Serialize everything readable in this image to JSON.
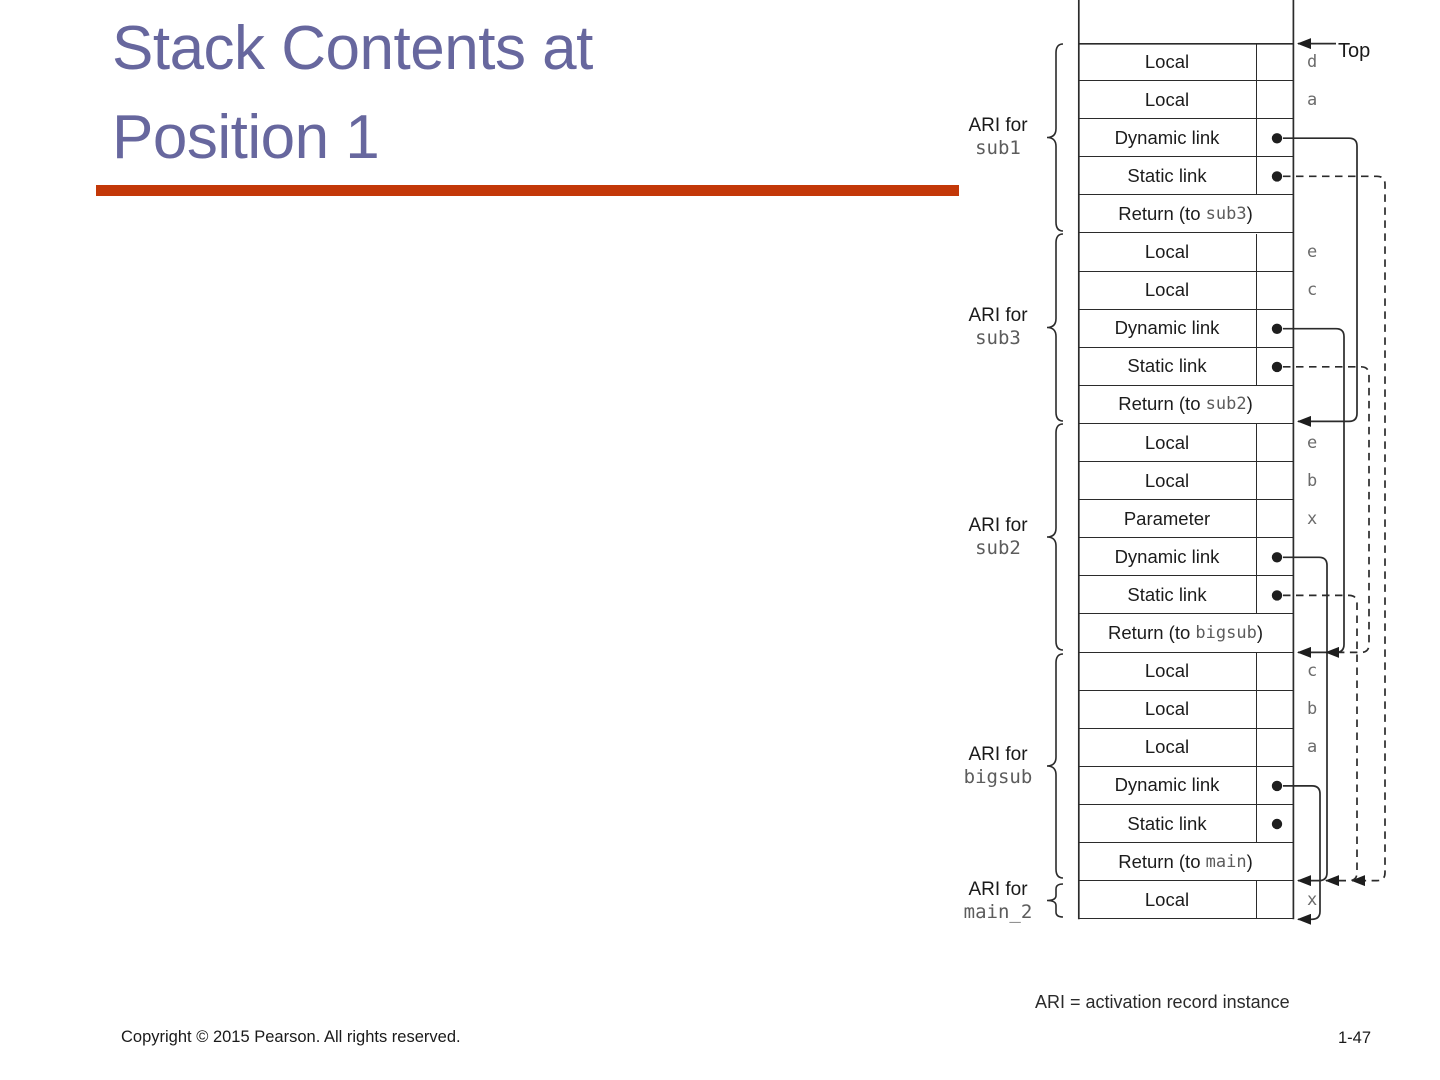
{
  "slide": {
    "title_lines": [
      "Stack Contents at",
      "Position 1"
    ],
    "footer": {
      "copyright": "Copyright © 2015 Pearson. All rights reserved.",
      "page_number": "1-47"
    },
    "colors": {
      "title": "#67679E",
      "rule": "#C33808"
    }
  },
  "diagram": {
    "top_label": "Top",
    "note": "ARI = activation record instance",
    "groups": [
      {
        "prefix": "ARI for",
        "name": "sub1"
      },
      {
        "prefix": "ARI for",
        "name": "sub3"
      },
      {
        "prefix": "ARI for",
        "name": "sub2"
      },
      {
        "prefix": "ARI for",
        "name": "bigsub"
      },
      {
        "prefix": "ARI for",
        "name": "main_2"
      }
    ],
    "rows": [
      {
        "pre": "Local",
        "mono": "",
        "post": "",
        "var": "d",
        "dot": "",
        "divider": true
      },
      {
        "pre": "Local",
        "mono": "",
        "post": "",
        "var": "a",
        "dot": "",
        "divider": true
      },
      {
        "pre": "Dynamic link",
        "mono": "",
        "post": "",
        "var": "",
        "dot": "dynamic",
        "divider": true
      },
      {
        "pre": "Static link",
        "mono": "",
        "post": "",
        "var": "",
        "dot": "static",
        "divider": true
      },
      {
        "pre": "Return (to ",
        "mono": "sub3",
        "post": ")",
        "var": "",
        "dot": "",
        "divider": false
      },
      {
        "pre": "Local",
        "mono": "",
        "post": "",
        "var": "e",
        "dot": "",
        "divider": true
      },
      {
        "pre": "Local",
        "mono": "",
        "post": "",
        "var": "c",
        "dot": "",
        "divider": true
      },
      {
        "pre": "Dynamic link",
        "mono": "",
        "post": "",
        "var": "",
        "dot": "dynamic",
        "divider": true
      },
      {
        "pre": "Static link",
        "mono": "",
        "post": "",
        "var": "",
        "dot": "static",
        "divider": true
      },
      {
        "pre": "Return (to ",
        "mono": "sub2",
        "post": ")",
        "var": "",
        "dot": "",
        "divider": false
      },
      {
        "pre": "Local",
        "mono": "",
        "post": "",
        "var": "e",
        "dot": "",
        "divider": true
      },
      {
        "pre": "Local",
        "mono": "",
        "post": "",
        "var": "b",
        "dot": "",
        "divider": true
      },
      {
        "pre": "Parameter",
        "mono": "",
        "post": "",
        "var": "x",
        "dot": "",
        "divider": true
      },
      {
        "pre": "Dynamic link",
        "mono": "",
        "post": "",
        "var": "",
        "dot": "dynamic",
        "divider": true
      },
      {
        "pre": "Static link",
        "mono": "",
        "post": "",
        "var": "",
        "dot": "static",
        "divider": true
      },
      {
        "pre": "Return (to ",
        "mono": "bigsub",
        "post": ")",
        "var": "",
        "dot": "",
        "divider": false
      },
      {
        "pre": "Local",
        "mono": "",
        "post": "",
        "var": "c",
        "dot": "",
        "divider": true
      },
      {
        "pre": "Local",
        "mono": "",
        "post": "",
        "var": "b",
        "dot": "",
        "divider": true
      },
      {
        "pre": "Local",
        "mono": "",
        "post": "",
        "var": "a",
        "dot": "",
        "divider": true
      },
      {
        "pre": "Dynamic link",
        "mono": "",
        "post": "",
        "var": "",
        "dot": "dynamic",
        "divider": true
      },
      {
        "pre": "Static link",
        "mono": "",
        "post": "",
        "var": "",
        "dot": "static",
        "divider": true
      },
      {
        "pre": "Return (to ",
        "mono": "main",
        "post": ")",
        "var": "",
        "dot": "",
        "divider": false
      },
      {
        "pre": "Local",
        "mono": "",
        "post": "",
        "var": "x",
        "dot": "",
        "divider": true
      }
    ]
  }
}
